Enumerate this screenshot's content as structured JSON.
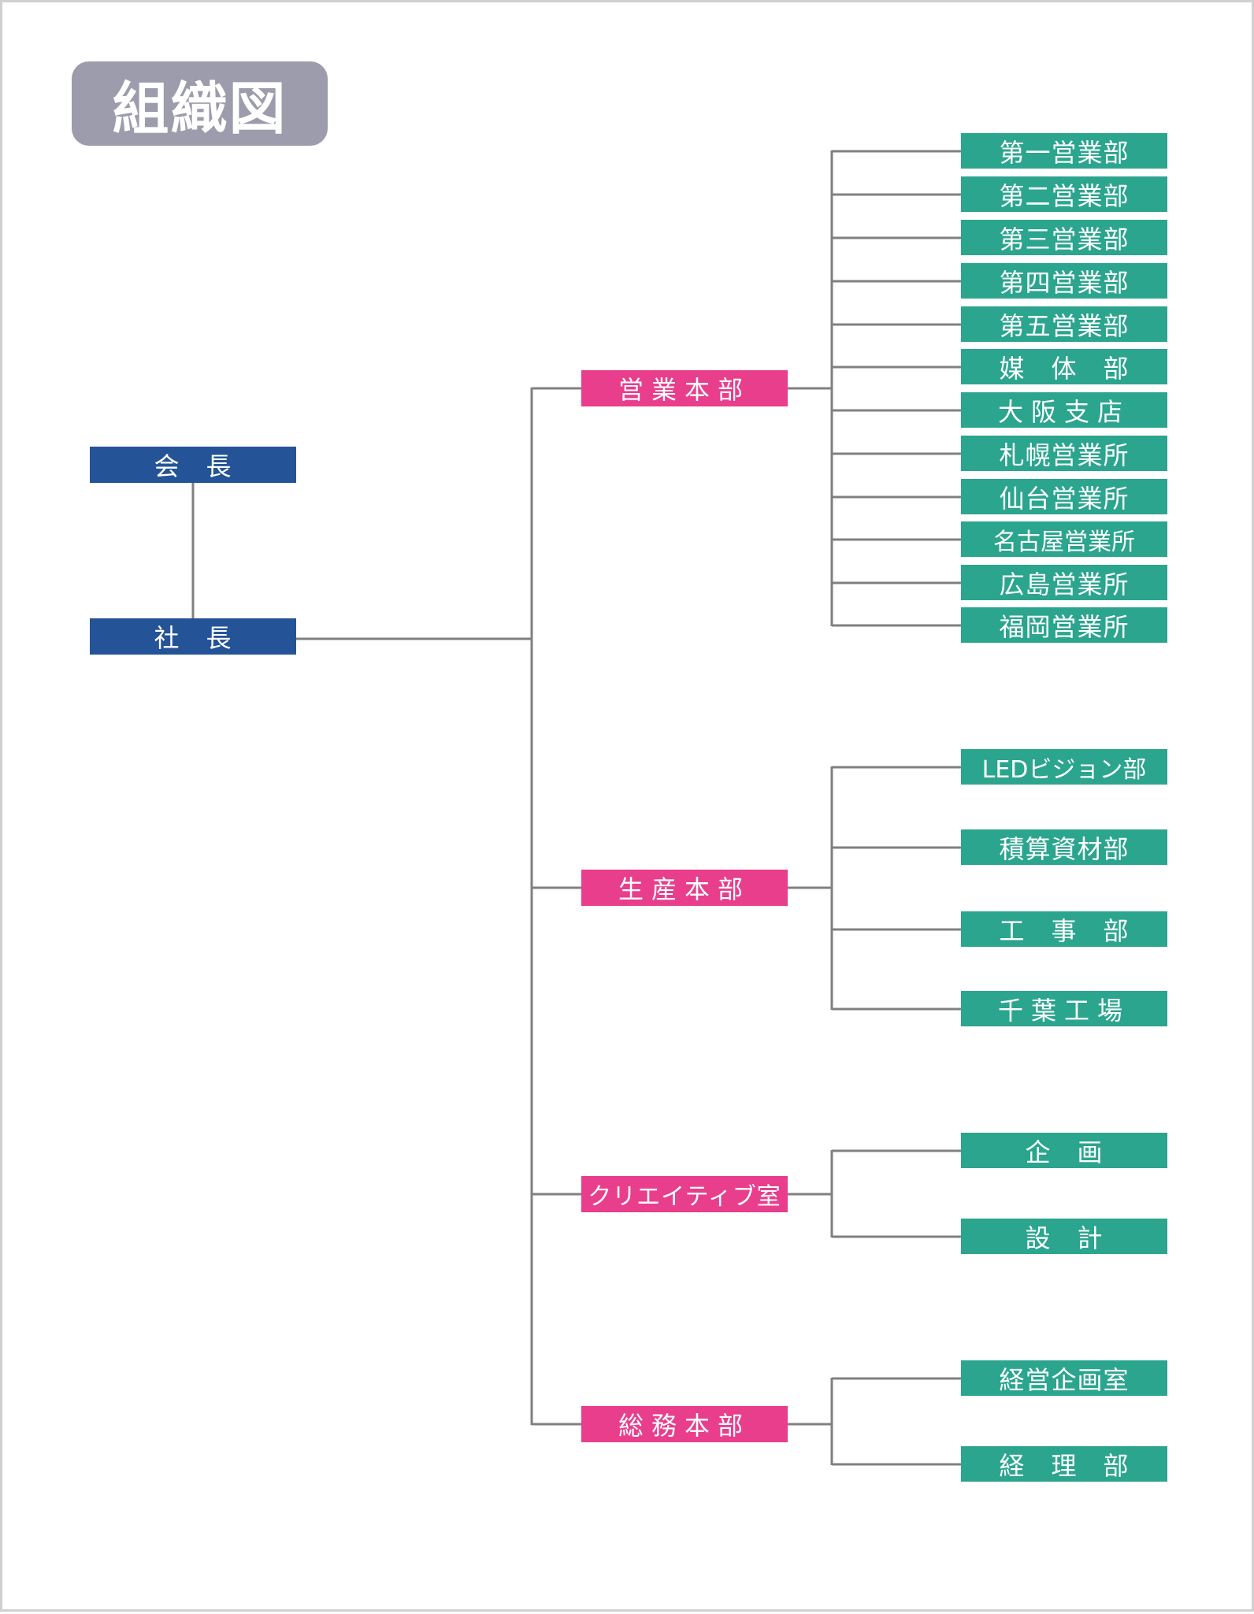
{
  "title": "組織図",
  "colors": {
    "executive": "#245497",
    "division": "#e83e8c",
    "department": "#2ba58e",
    "connector": "#808080",
    "title_badge": "#9c9cac"
  },
  "executives": {
    "chairman": "会　長",
    "president": "社　長"
  },
  "divisions": [
    {
      "label": "営業本部",
      "departments": [
        "第一営業部",
        "第二営業部",
        "第三営業部",
        "第四営業部",
        "第五営業部",
        "媒　体　部",
        "大阪支店",
        "札幌営業所",
        "仙台営業所",
        "名古屋営業所",
        "広島営業所",
        "福岡営業所"
      ]
    },
    {
      "label": "生産本部",
      "departments": [
        "LEDビジョン部",
        "積算資材部",
        "工　事　部",
        "千葉工場"
      ]
    },
    {
      "label": "クリエイティブ室",
      "departments": [
        "企　画",
        "設　計"
      ]
    },
    {
      "label": "総務本部",
      "departments": [
        "経営企画室",
        "経　理　部"
      ]
    }
  ]
}
